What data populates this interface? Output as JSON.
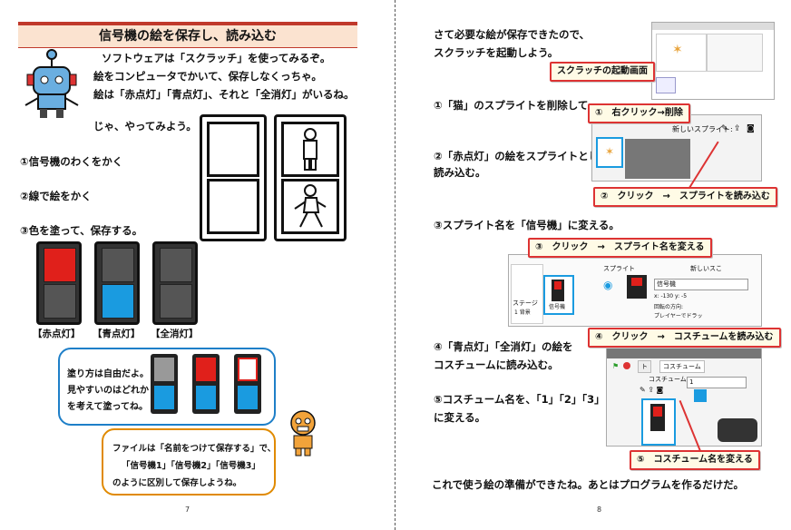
{
  "left_page": {
    "title": "信号機の絵を保存し、読み込む",
    "intro_lines": [
      "ソフトウェアは「スクラッチ」を使ってみるぞ。",
      "絵をコンピュータでかいて、保存しなくっちゃ。",
      "絵は「赤点灯」「青点灯」、それと「全消灯」がいるね。"
    ],
    "lets_do": "じゃ、やってみよう。",
    "steps": [
      "①信号機のわくをかく",
      "②線で絵をかく",
      "③色を塗って、保存する。"
    ],
    "light_labels": [
      "【赤点灯】",
      "【青点灯】",
      "【全消灯】"
    ],
    "bubble_text": [
      "塗り方は自由だよ。",
      "見やすいのはどれか",
      "を考えて塗ってね。"
    ],
    "note_text": [
      "ファイルは「名前をつけて保存する」で、",
      "「信号機1」「信号機2」「信号機3」",
      "のように区別して保存しようね。"
    ],
    "page_number": "7"
  },
  "right_page": {
    "intro_lines": [
      "さて必要な絵が保存できたので、",
      "スクラッチを起動しよう。"
    ],
    "startup_caption": "スクラッチの起動画面",
    "steps": [
      "①「猫」のスプライトを削除して",
      "②「赤点灯」の絵をスプライトとして",
      "読み込む。",
      "③スプライト名を「信号機」に変える。",
      "④「青点灯」「全消灯」の絵を",
      "コスチュームに読み込む。",
      "⑤コスチューム名を、「1」「2」「3」",
      "に変える。"
    ],
    "callouts": [
      "①　右クリック→削除",
      "②　クリック　→　スプライトを読み込む",
      "③　クリック　→　スプライト名を変える",
      "④　クリック　→　コスチュームを読み込む",
      "⑤　コスチューム名を変える"
    ],
    "shot_labels": {
      "new_sprite": "新しいスプライト:",
      "sprite_header": "スプライト",
      "new_sprite2": "新しいスこ",
      "sprite_name": "信号機",
      "coords": "x: -130  y: -5",
      "direction": "回転の方向:",
      "player_drag": "プレイヤーでドラッ",
      "stage": "ステージ",
      "backdrop": "1 背景",
      "thumb_label": "信号機",
      "costume_tab": "コスチューム",
      "costume_new": "コスチューム",
      "costume_field": "1",
      "script_tab": "ト"
    },
    "closing": "これで使う絵の準備ができたね。あとはプログラムを作るだけだ。",
    "page_number": "8"
  },
  "colors": {
    "red": "#e0201b",
    "blue": "#1a9be0",
    "dark": "#444444",
    "callout_border": "#dd3333",
    "title_accent": "#c0392b"
  }
}
